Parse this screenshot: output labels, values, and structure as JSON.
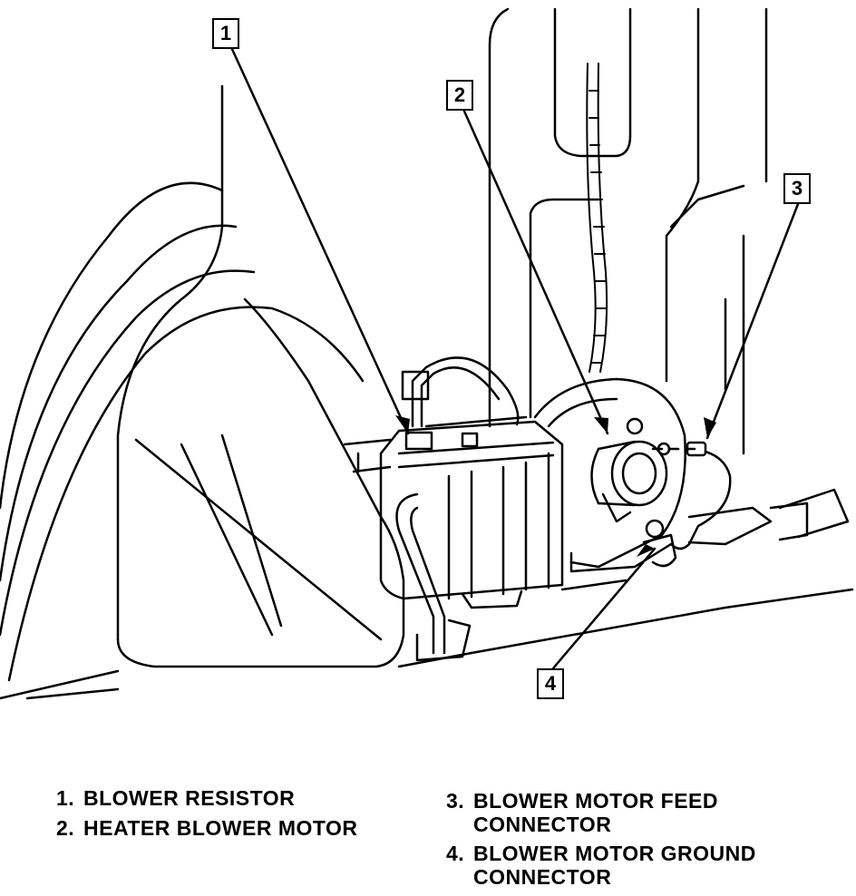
{
  "callouts": [
    {
      "number": "1"
    },
    {
      "number": "2"
    },
    {
      "number": "3"
    },
    {
      "number": "4"
    }
  ],
  "legend": [
    {
      "number": "1.",
      "text": "BLOWER RESISTOR"
    },
    {
      "number": "2.",
      "text": "HEATER BLOWER MOTOR"
    },
    {
      "number": "3.",
      "text": "BLOWER MOTOR FEED\nCONNECTOR"
    },
    {
      "number": "4.",
      "text": "BLOWER MOTOR GROUND\nCONNECTOR"
    }
  ]
}
